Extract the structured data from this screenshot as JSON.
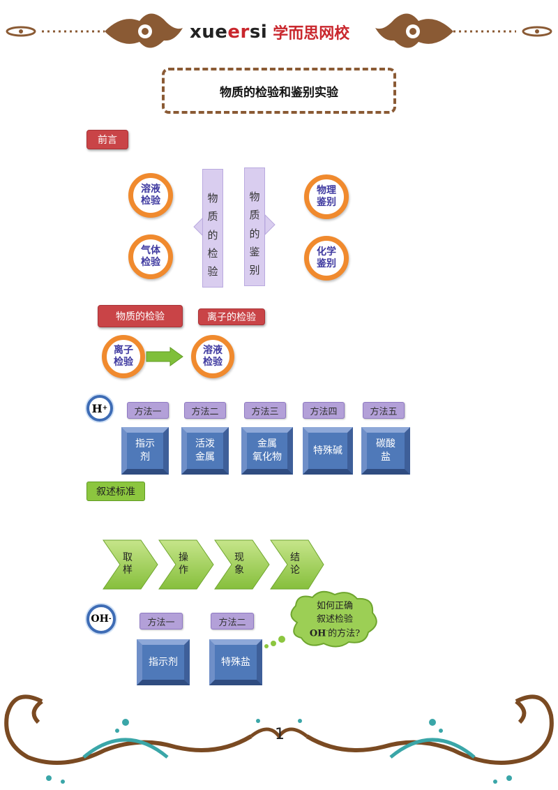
{
  "header": {
    "brand_latin": "xueersi",
    "brand_cn": "学而思网校"
  },
  "title": "物质的检验和鉴别实验",
  "intro": {
    "label": "前言",
    "left_circles": [
      "溶液\n检验",
      "气体\n检验"
    ],
    "center_left": "物\n质\n的\n检\n验",
    "center_right": "物\n质\n的\n鉴\n别",
    "right_circles": [
      "物理\n鉴别",
      "化学\n鉴别"
    ]
  },
  "section_inspection": {
    "label": "物质的检验",
    "sub_label": "离子的检验",
    "from": "离子\n检验",
    "to": "溶液\n检验"
  },
  "h_plus": {
    "symbol": "H",
    "superscript": "+",
    "methods": [
      {
        "tag": "方法一",
        "box": "指示\n剂"
      },
      {
        "tag": "方法二",
        "box": "活泼\n金属"
      },
      {
        "tag": "方法三",
        "box": "金属\n氧化物"
      },
      {
        "tag": "方法四",
        "box": "特殊碱"
      },
      {
        "tag": "方法五",
        "box": "碳酸\n盐"
      }
    ]
  },
  "narration": {
    "label": "叙述标准",
    "steps": [
      "取\n样",
      "操\n作",
      "现\n象",
      "结\n论"
    ]
  },
  "oh_minus": {
    "symbol": "OH",
    "superscript": "-",
    "methods": [
      {
        "tag": "方法一",
        "box": "指示剂"
      },
      {
        "tag": "方法二",
        "box": "特殊盐"
      }
    ],
    "cloud_lines": [
      "如何正确",
      "叙述检验",
      "OH",
      "-",
      "的方法?"
    ]
  },
  "footer": {
    "page_number": "1"
  },
  "colors": {
    "brand_red": "#c9272d",
    "orange": "#f08a2e",
    "blue": "#4f79b9",
    "green": "#8cc63f",
    "purple": "#b3a0d8",
    "brown": "#8a5a34",
    "teal": "#3aa6a8"
  }
}
